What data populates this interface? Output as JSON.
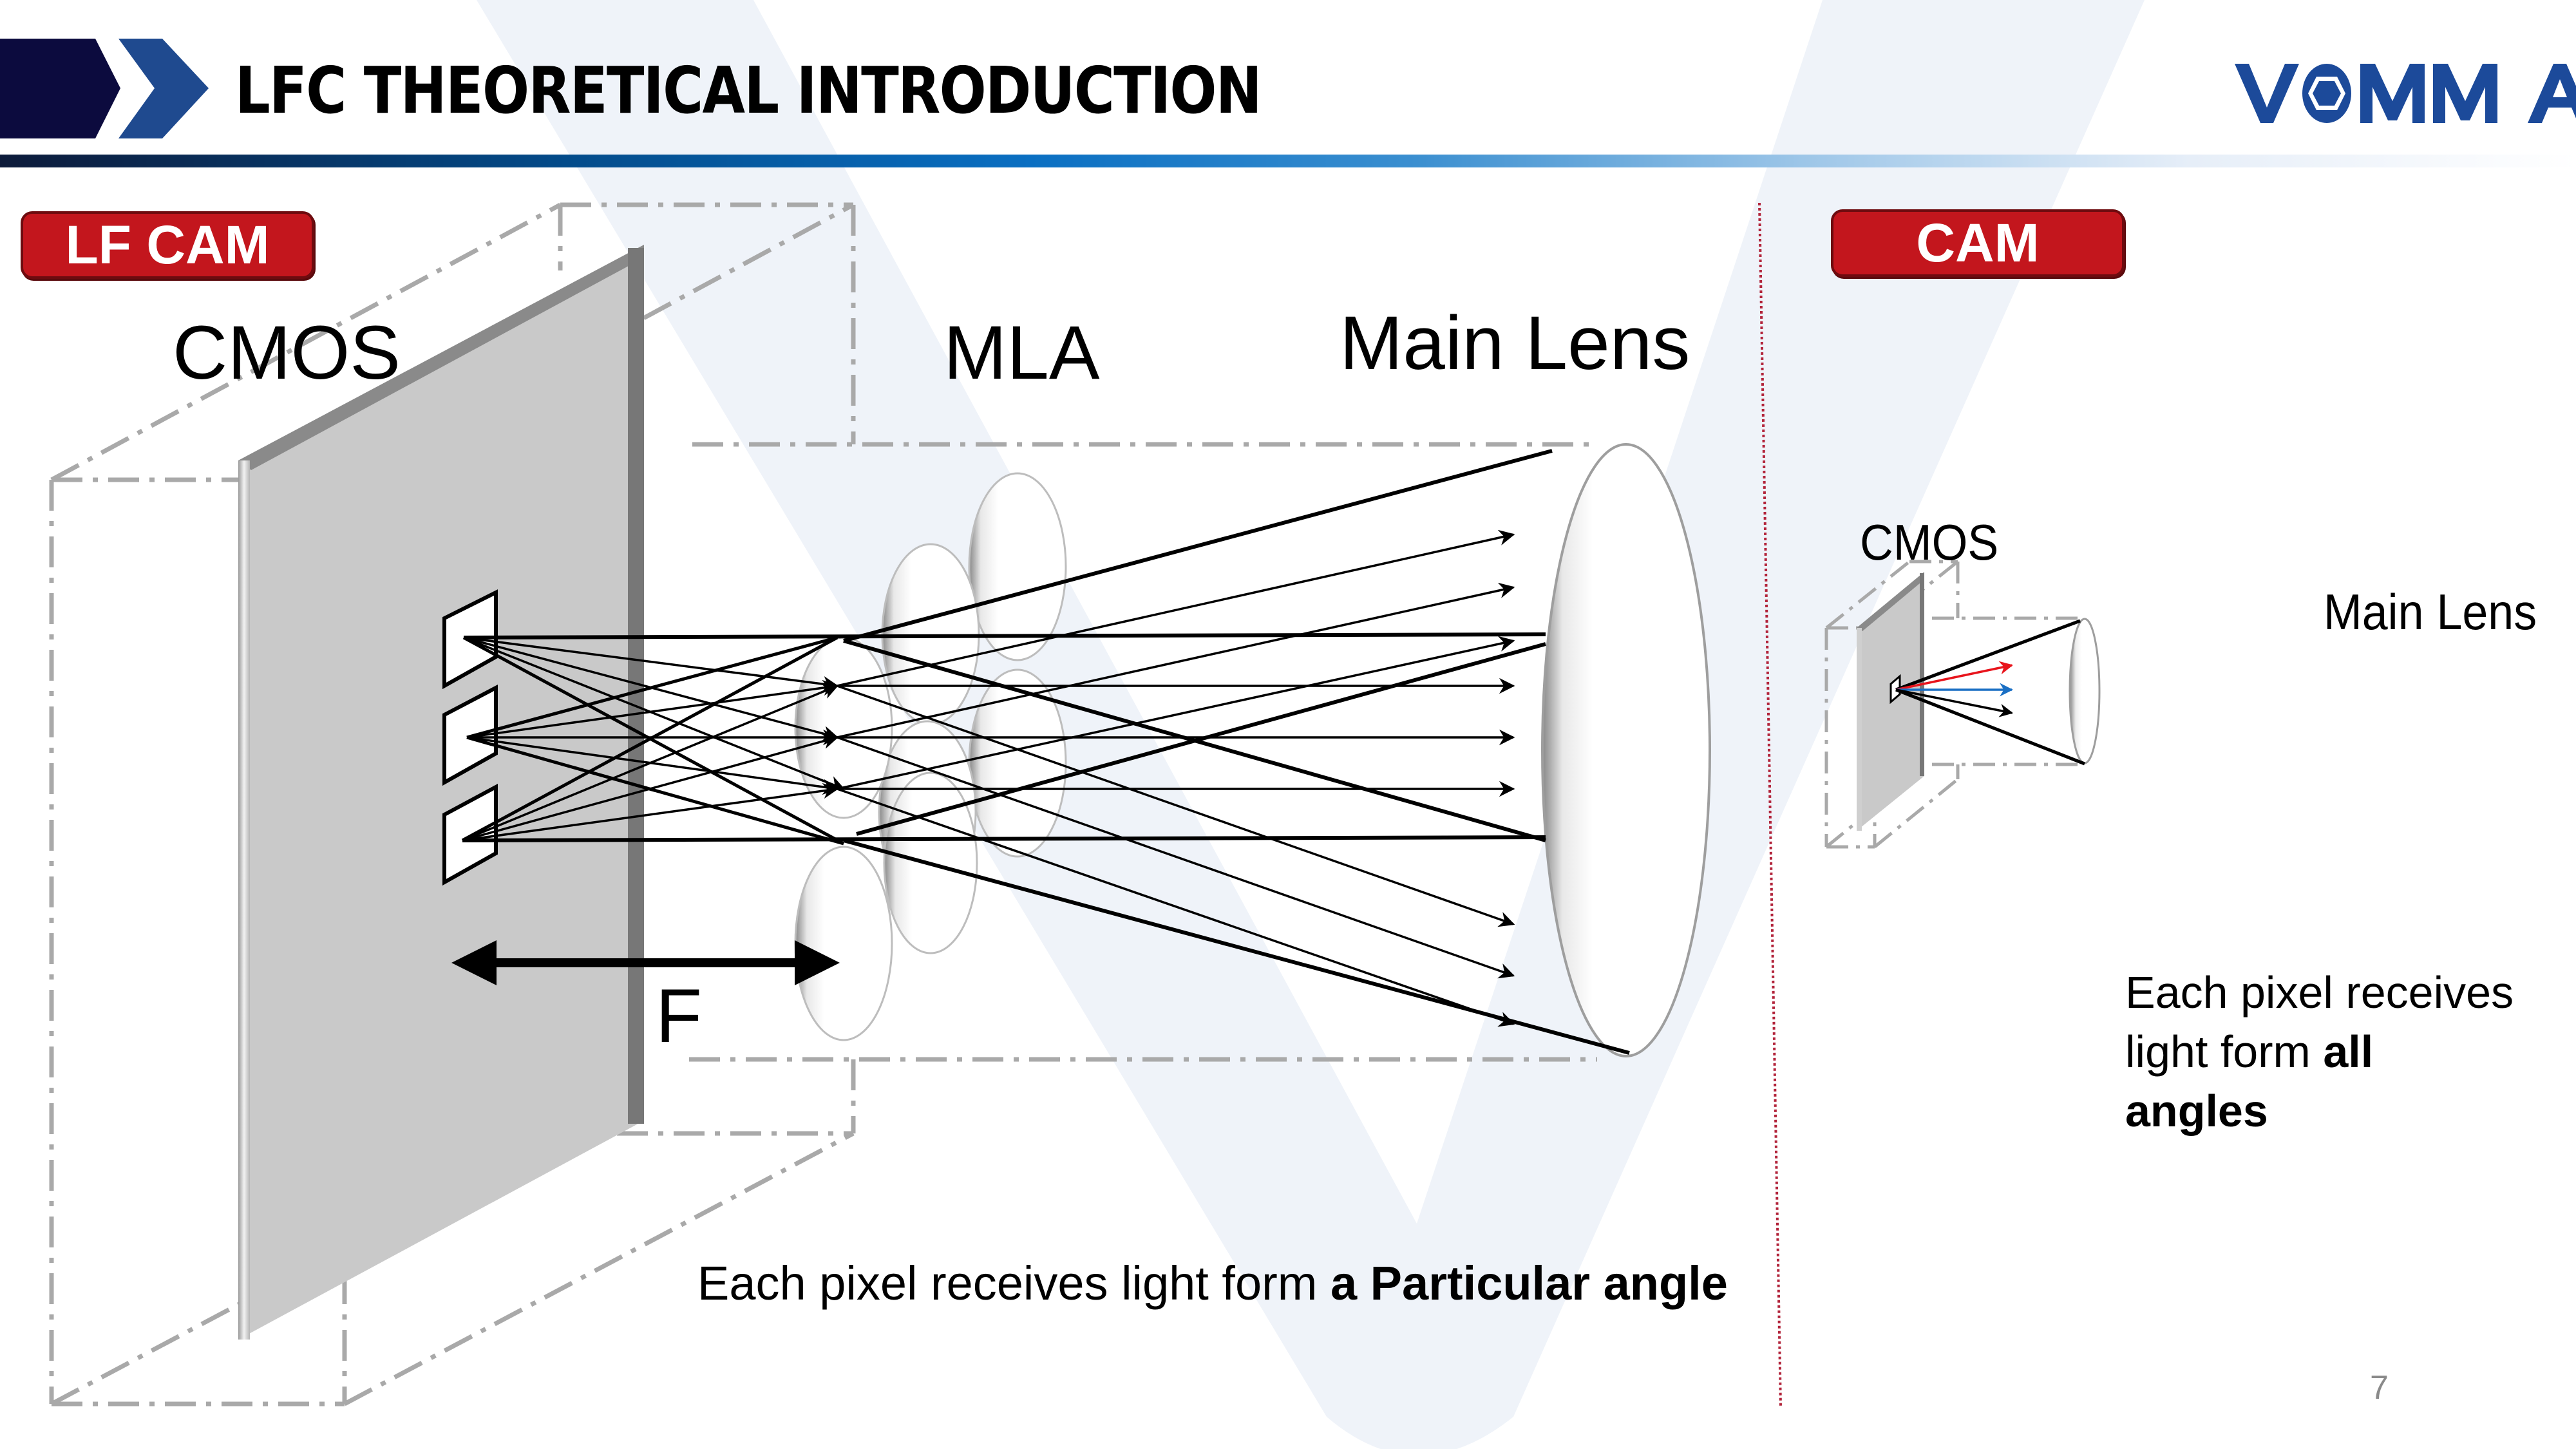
{
  "header": {
    "title": "LFC THEORETICAL INTRODUCTION",
    "logo_text": "VOMMA",
    "brand_color": "#1c4a9a",
    "accent_red": "#c3161d"
  },
  "left_panel": {
    "badge": "LF CAM",
    "labels": {
      "cmos": "CMOS",
      "mla": "MLA",
      "main_lens": "Main Lens",
      "focal": "F"
    },
    "caption": {
      "normal": "Each pixel receives light form ",
      "bold": "a Particular angle"
    }
  },
  "right_panel": {
    "badge": "CAM",
    "labels": {
      "cmos": "CMOS",
      "main_lens": "Main Lens"
    },
    "caption": {
      "line1": "Each pixel receives",
      "line2_normal": "light form ",
      "line2_bold": "all",
      "line3_bold": "angles"
    },
    "ray_colors": [
      "#e8141c",
      "#1a6fc4",
      "#000000"
    ]
  },
  "footer": {
    "page_number": "7"
  }
}
